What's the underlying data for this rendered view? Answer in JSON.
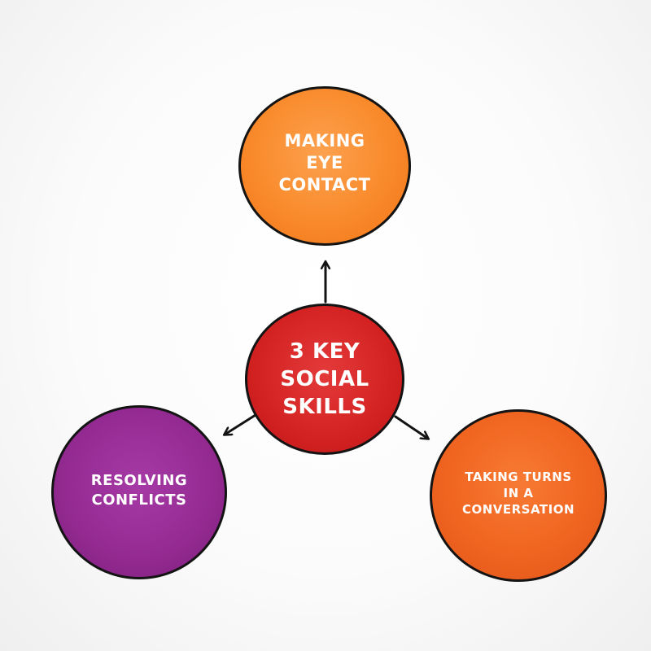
{
  "diagram": {
    "center": {
      "label": "3 KEY\nSOCIAL\nSKILLS",
      "color": "#d42222"
    },
    "top": {
      "label": "MAKING\nEYE\nCONTACT",
      "color": "#f98a2b"
    },
    "left": {
      "label": "RESOLVING\nCONFLICTS",
      "color": "#932a91"
    },
    "right": {
      "label": "TAKING TURNS\nIN A\nCONVERSATION",
      "color": "#f06520"
    },
    "outline_color": "#141414"
  }
}
